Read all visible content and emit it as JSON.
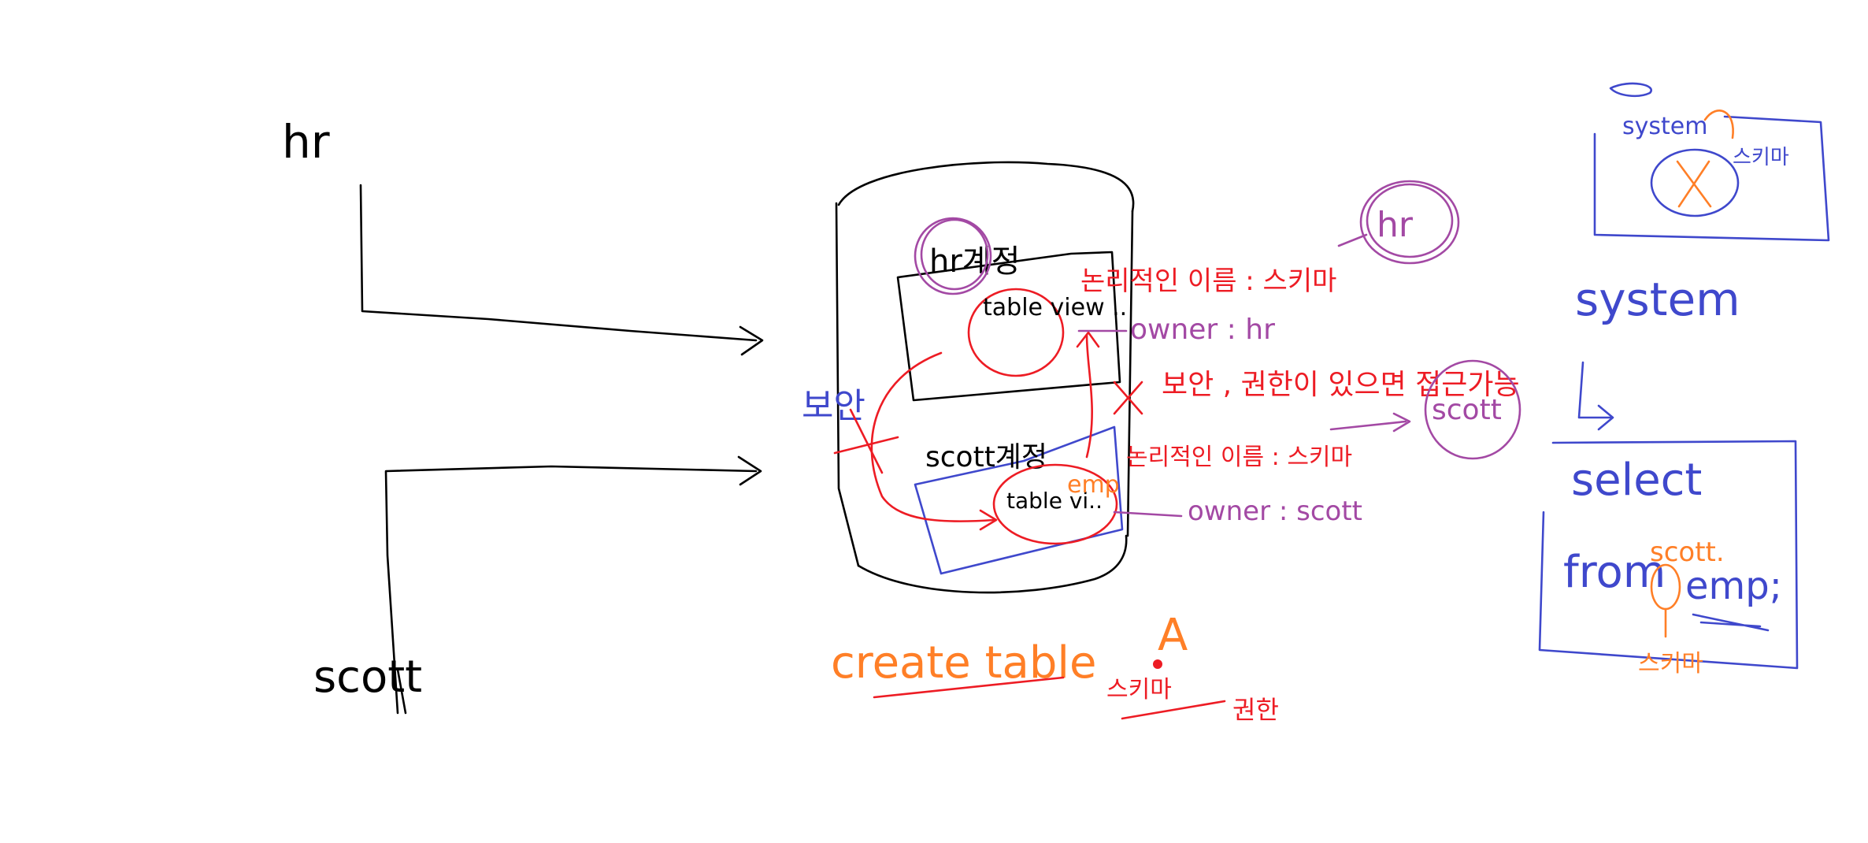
{
  "colors": {
    "black": "#000000",
    "red": "#ed1c24",
    "purple": "#a349a4",
    "blue": "#3f48cc",
    "orange": "#ff7f27"
  },
  "users": {
    "hr": "hr",
    "scott": "scott"
  },
  "database": {
    "hr_account": "hr계정",
    "hr_objects": "table view ..",
    "scott_account": "scott계정",
    "scott_objects": "table vi..",
    "scott_emp": "emp",
    "security": "보안",
    "hr_circle": "hr",
    "scott_circle": "scott"
  },
  "notes": {
    "logical_name_1": "논리적인 이름 : 스키마",
    "owner_hr": "owner : hr",
    "access_note": "보안 , 권한이 있으면 접근가능",
    "logical_name_2": "논리적인 이름 : 스키마",
    "owner_scott": "owner : scott"
  },
  "bottom": {
    "create_table": "create table",
    "letter_a": "A",
    "schema": "스키마",
    "privilege": "권한"
  },
  "right_panel": {
    "top_label": "system",
    "top_schema": "스키마",
    "system": "system",
    "select": "select",
    "from": "from",
    "scott_dot": "scott.",
    "emp": "emp;",
    "schema": "스키마"
  }
}
